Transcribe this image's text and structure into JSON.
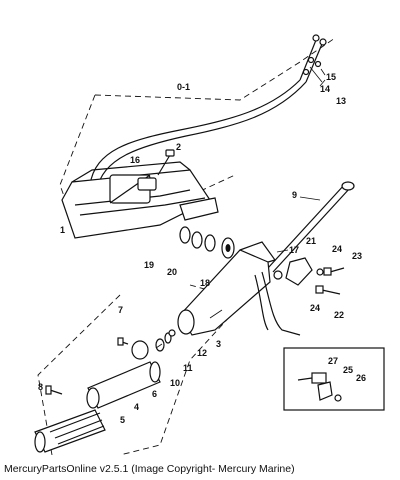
{
  "assembly_label": "0-1",
  "callouts": {
    "c1": "1",
    "c2": "2",
    "c3": "3",
    "c4": "4",
    "c5": "5",
    "c6": "6",
    "c7": "7",
    "c8": "8",
    "c9": "9",
    "c10": "10",
    "c11": "11",
    "c12": "12",
    "c13": "13",
    "c14": "14",
    "c15": "15",
    "c16": "16",
    "c17": "17",
    "c18": "18",
    "c19": "19",
    "c20": "20",
    "c21": "21",
    "c22": "22",
    "c23": "23",
    "c24a": "24",
    "c24b": "24",
    "c25": "25",
    "c26": "26",
    "c27": "27"
  },
  "footer": "MercuryPartsOnline v2.5.1 (Image Copyright- Mercury Marine)"
}
